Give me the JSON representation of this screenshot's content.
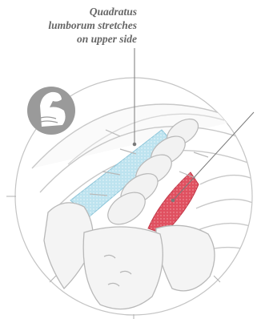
{
  "annotation": {
    "lines": [
      "Quadratus",
      "lumborum stretches",
      "on upper side"
    ]
  },
  "colors": {
    "stretched_muscle": "#bde3ef",
    "contracted_muscle": "#e05060",
    "bone": "#f2f2f2",
    "outline": "#b8b8b8",
    "icon_badge": "#9a9a9a"
  },
  "icons": [
    "flexed-arm-icon"
  ]
}
